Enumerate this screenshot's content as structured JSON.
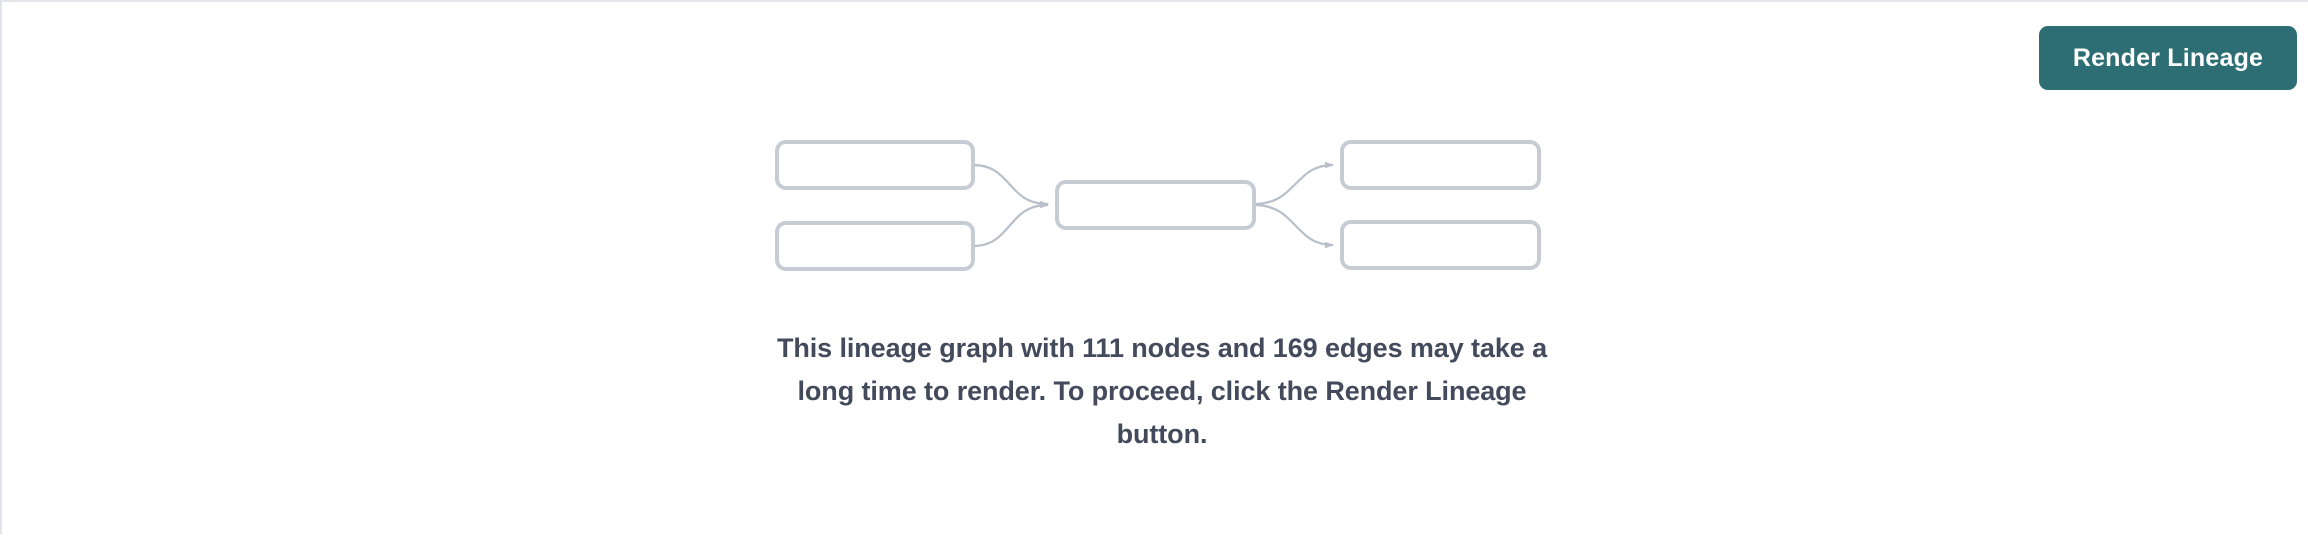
{
  "panel": {
    "background_color": "#ffffff",
    "border_color": "#e2e4e9"
  },
  "toolbar": {
    "render_button_label": "Render Lineage",
    "render_button_color": "#2d6e74",
    "render_button_text_color": "#ffffff"
  },
  "graph_placeholder": {
    "node_border_color": "#c6cbd4",
    "node_fill_color": "#ffffff",
    "edge_color": "#b9bfc9",
    "nodes": [
      {
        "id": "upstream-1",
        "label": "",
        "column": "left",
        "row": 1
      },
      {
        "id": "upstream-2",
        "label": "",
        "column": "left",
        "row": 2
      },
      {
        "id": "center-1",
        "label": "",
        "column": "center",
        "row": 1
      },
      {
        "id": "downstream-1",
        "label": "",
        "column": "right",
        "row": 1
      },
      {
        "id": "downstream-2",
        "label": "",
        "column": "right",
        "row": 2
      }
    ],
    "edges": [
      {
        "from": "upstream-1",
        "to": "center-1"
      },
      {
        "from": "upstream-2",
        "to": "center-1"
      },
      {
        "from": "center-1",
        "to": "downstream-1"
      },
      {
        "from": "center-1",
        "to": "downstream-2"
      }
    ]
  },
  "message": {
    "node_count": "111",
    "edge_count": "169",
    "text": "This lineage graph with 111 nodes and 169 edges may take a long time to render. To proceed, click the Render Lineage button.",
    "text_color": "#434a5c"
  }
}
